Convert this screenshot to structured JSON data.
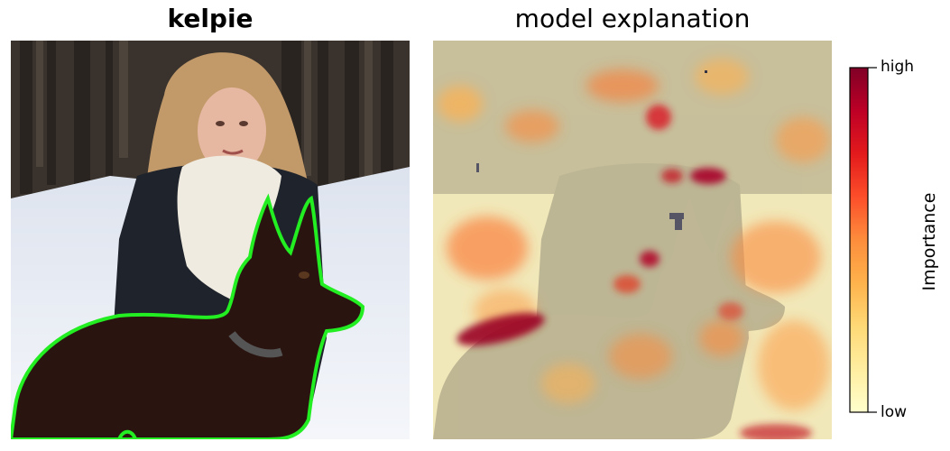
{
  "left_panel": {
    "title": "kelpie"
  },
  "right_panel": {
    "title": "model explanation"
  },
  "colorbar": {
    "label": "Importance",
    "high_label": "high",
    "low_label": "low",
    "colors": [
      "#ffffcc",
      "#ffeda0",
      "#fed976",
      "#feb24c",
      "#fd8d3c",
      "#fc4e2a",
      "#e31a1c",
      "#bd0026",
      "#800026"
    ]
  },
  "colors": {
    "outline": "#22ee22",
    "snow": "#eef2f8",
    "forest": "#3b3530",
    "dog": "#2a1410",
    "jacket": "#1d2129",
    "scarf": "#f0ebe0",
    "skin": "#e6b8a2",
    "hair": "#c9a070"
  }
}
